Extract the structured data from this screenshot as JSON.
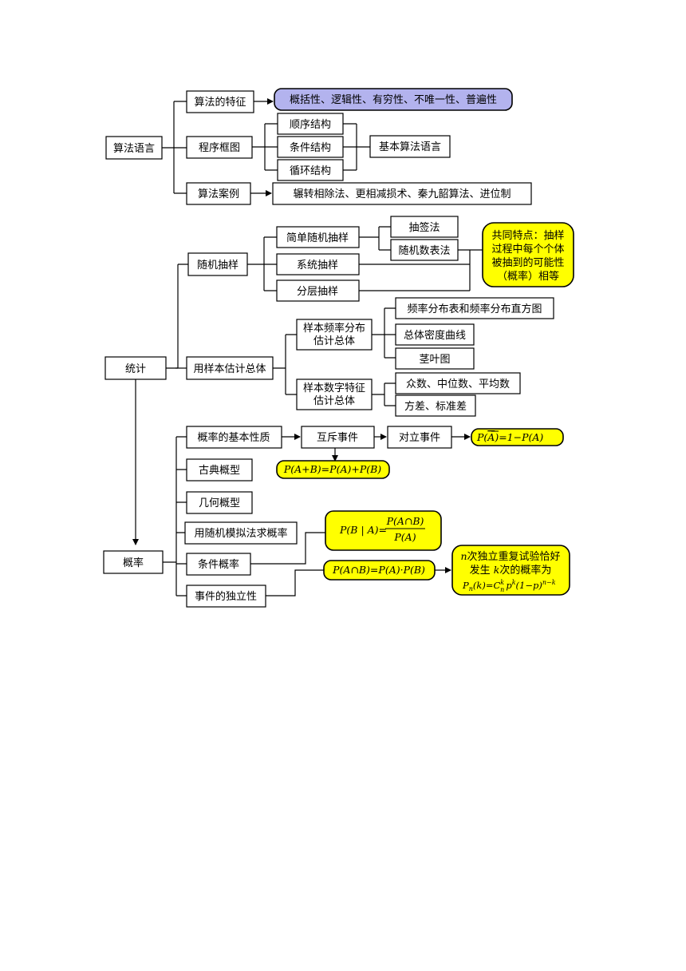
{
  "algorithm": {
    "root": "算法语言",
    "features": {
      "label": "算法的特征",
      "detail": "概括性、逻辑性、有穷性、不唯一性、普遍性"
    },
    "flowchart": {
      "label": "程序框图",
      "structures": [
        "顺序结构",
        "条件结构",
        "循环结构"
      ],
      "language": "基本算法语言"
    },
    "cases": {
      "label": "算法案例",
      "detail": "辗转相除法、更相减损术、秦九韶算法、进位制"
    }
  },
  "statistics": {
    "root": "统计",
    "random_sampling": {
      "label": "随机抽样",
      "methods": [
        "简单随机抽样",
        "系统抽样",
        "分层抽样"
      ],
      "simple_methods": [
        "抽签法",
        "随机数表法"
      ],
      "common_note": [
        "共同特点：抽样",
        "过程中每个个体",
        "被抽到的可能性",
        "（概率）相等"
      ]
    },
    "estimation": {
      "label": "用样本估计总体",
      "freq_dist": {
        "label": [
          "样本频率分布",
          "估计总体"
        ],
        "items": [
          "频率分布表和频率分布直方图",
          "总体密度曲线",
          "茎叶图"
        ]
      },
      "numeric": {
        "label": [
          "样本数字特征",
          "估计总体"
        ],
        "items": [
          "众数、中位数、平均数",
          "方差、标准差"
        ]
      }
    }
  },
  "probability": {
    "root": "概率",
    "basic_property": "概率的基本性质",
    "mutually_exclusive": "互斥事件",
    "complementary": "对立事件",
    "classical": "古典概型",
    "geometric": "几何概型",
    "simulation": "用随机模拟法求概率",
    "conditional": "条件概率",
    "independence": "事件的独立性",
    "formulas": {
      "complement": {
        "p": "P(",
        "bar": "A",
        "rest": ")=1−P(A)"
      },
      "addition": "P(A+B)=P(A)+P(B)",
      "conditional": {
        "lhs": "P(B | A)=",
        "num": "P(A∩B)",
        "den": "P(A)"
      },
      "multiplication": "P(A∩B)=P(A)·P(B)",
      "bernoulli": {
        "line1_var": "n",
        "line1_text": "次独立重复试验恰好",
        "line2_a": "发生 ",
        "line2_var": "k",
        "line2_b": "次的概率为",
        "p": "P",
        "p_sub": "n",
        "pk": "(k)=C",
        "c_sup": "k",
        "c_sub": "n",
        "tail": "p",
        "tail_sup": "k",
        "tail2": "(1−p)",
        "exp": "n−k"
      }
    }
  }
}
